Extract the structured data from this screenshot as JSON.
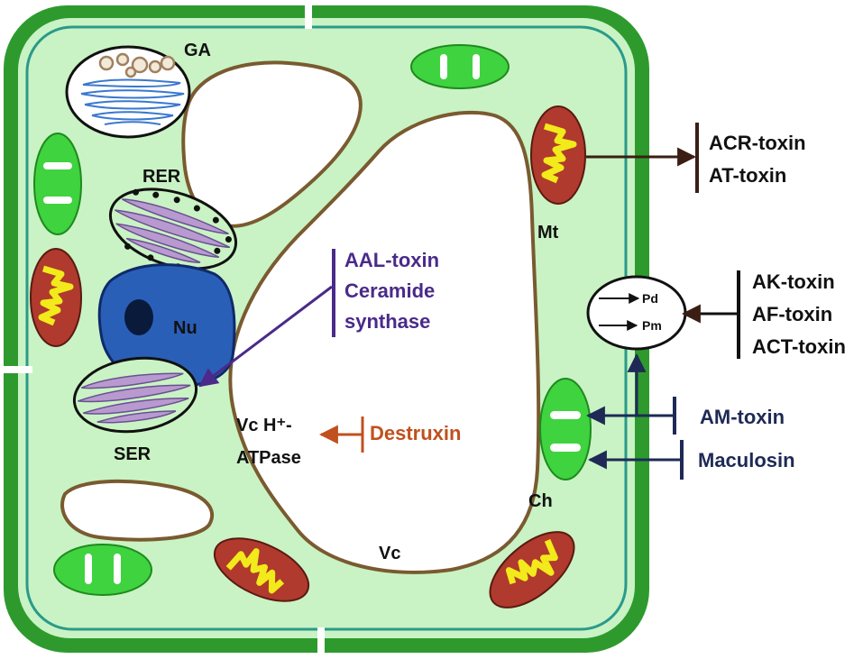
{
  "colors": {
    "cell_wall": "#2e9a2e",
    "cytoplasm": "#c9f3c4",
    "inner_membrane": "#2a9a8a",
    "vacuole_outline": "#7a5a30",
    "chloroplast": "#3fd33f",
    "mitochondrion": "#b03a2e",
    "mito_cristae": "#f2ea1a",
    "nucleus": "#2a5fb8",
    "nucleolus": "#0a1a3a",
    "er": "#b89ad0",
    "golgi": "#3a78d0",
    "arrow_dark": "#3a1e14",
    "arrow_navy": "#1e2a55",
    "arrow_purple": "#4a2a8a",
    "arrow_orange": "#c0501e"
  },
  "organelles": {
    "ga": "GA",
    "rer": "RER",
    "nu": "Nu",
    "ser": "SER",
    "mt": "Mt",
    "ch": "Ch",
    "vc": "Vc",
    "vc_atpase_line1": "Vc H⁺-",
    "vc_atpase_line2": "ATPase",
    "pd": "Pd",
    "pm": "Pm"
  },
  "toxins": {
    "mt_group": [
      "ACR-toxin",
      "AT-toxin"
    ],
    "membrane_group": [
      "AK-toxin",
      "AF-toxin",
      "ACT-toxin"
    ],
    "am": "AM-toxin",
    "maculosin": "Maculosin",
    "aal_line1": "AAL-toxin",
    "aal_line2": "Ceramide",
    "aal_line3": "synthase",
    "destruxin": "Destruxin"
  }
}
